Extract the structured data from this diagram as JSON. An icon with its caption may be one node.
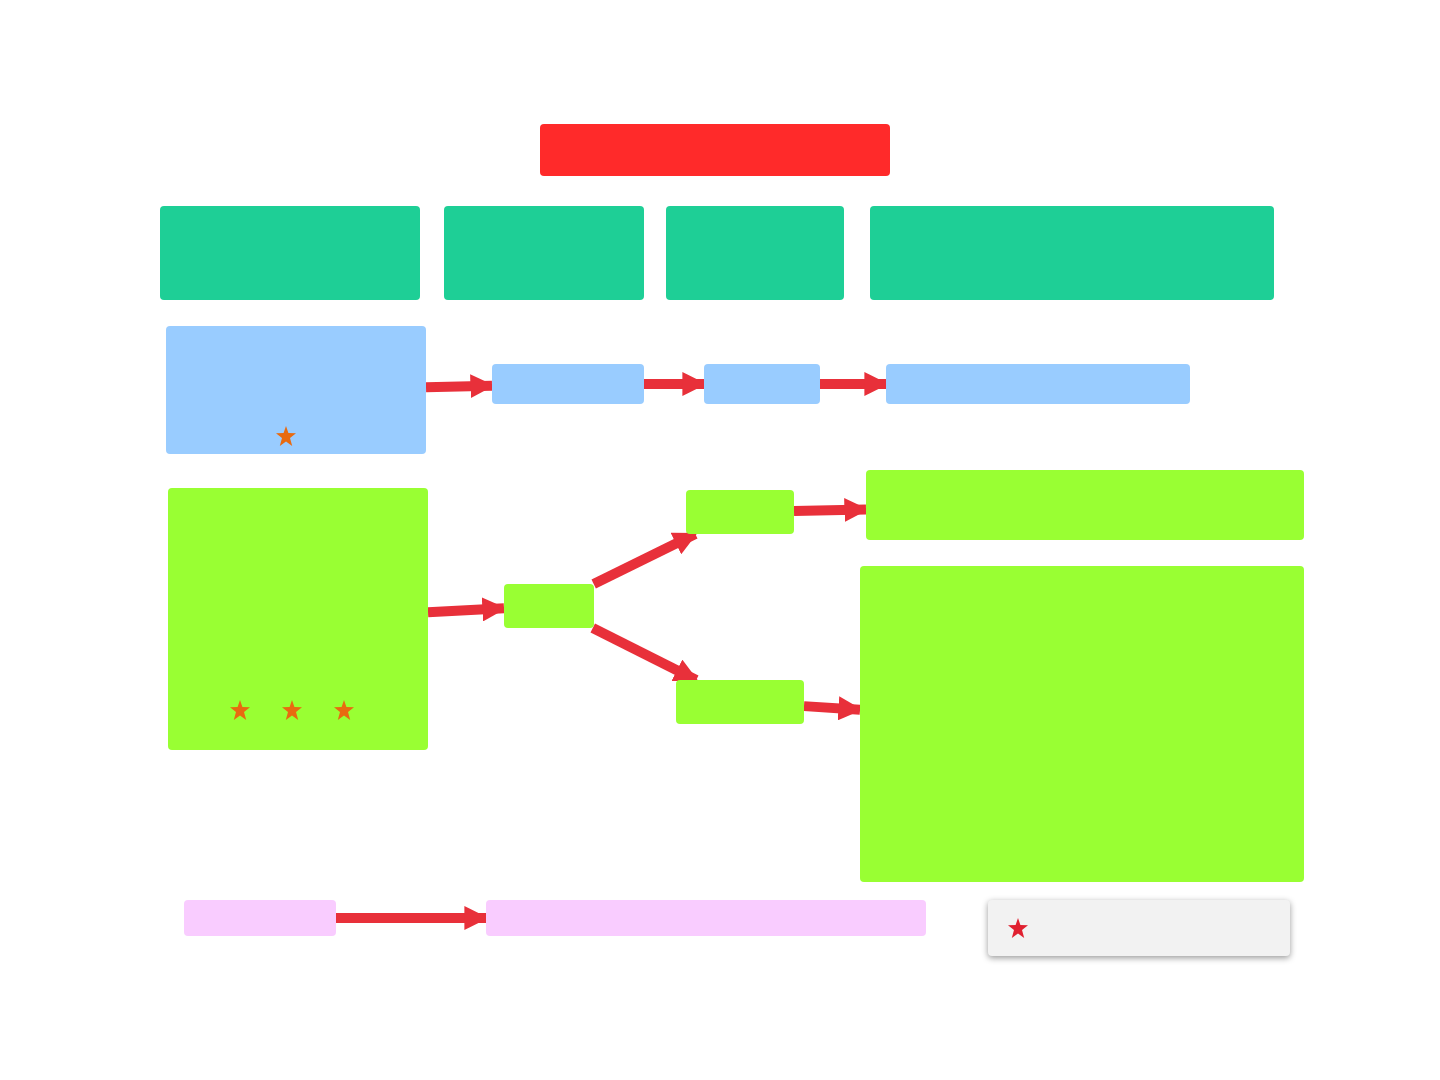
{
  "diagram": {
    "nodes": [
      {
        "text": [],
        "shape": "box"
      },
      {
        "text": [],
        "shape": "box"
      },
      {
        "text": [],
        "shape": "box"
      },
      {
        "text": [],
        "shape": "box"
      },
      {
        "text": [],
        "shape": "box"
      },
      {
        "text": [],
        "shape": "box"
      },
      {
        "text": [],
        "shape": "box"
      },
      {
        "text": [],
        "shape": "box"
      },
      {
        "text": [],
        "shape": "box"
      },
      {
        "text": [],
        "shape": "box"
      },
      {
        "text": [],
        "shape": "box"
      },
      {
        "text": [],
        "shape": "box"
      },
      {
        "text": [],
        "shape": "box"
      },
      {
        "text": [],
        "shape": "box"
      },
      {
        "text": [],
        "shape": "box"
      },
      {
        "text": [],
        "shape": "box"
      },
      {
        "text": [],
        "shape": "box"
      },
      {
        "text": [],
        "shape": "box"
      }
    ],
    "edges": [
      {
        "from": 5,
        "to": 6,
        "arrow": "to"
      },
      {
        "from": 6,
        "to": 7,
        "arrow": "to"
      },
      {
        "from": 7,
        "to": 8,
        "arrow": "to"
      },
      {
        "from": 9,
        "to": 10,
        "arrow": "to"
      },
      {
        "from": 10,
        "to": 11,
        "arrow": "to"
      },
      {
        "from": 10,
        "to": 12,
        "arrow": "to"
      },
      {
        "from": 11,
        "to": 13,
        "arrow": "to"
      },
      {
        "from": 12,
        "to": 14,
        "arrow": "to"
      },
      {
        "from": 15,
        "to": 16,
        "arrow": "to"
      }
    ]
  }
}
